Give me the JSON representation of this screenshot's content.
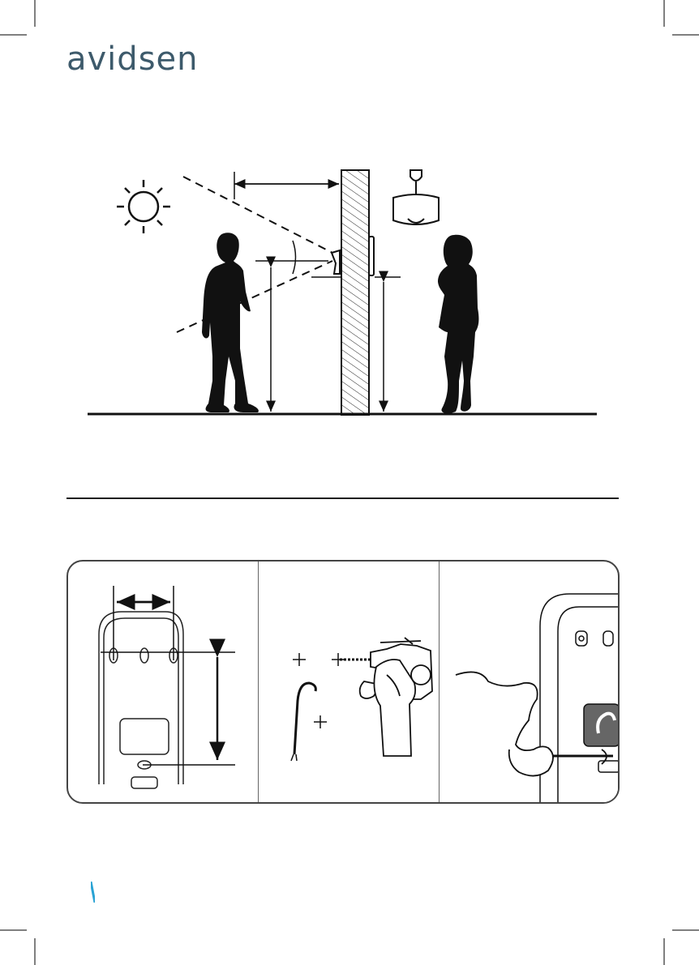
{
  "brand": {
    "name": "avidsen",
    "color": "#3d5a6b"
  },
  "accent_color": "#2aa3d4",
  "scene": {
    "icons": [
      "sun-icon",
      "ceiling-lamp-icon",
      "doorbell-outdoor-unit-icon",
      "indoor-monitor-icon"
    ],
    "figures": [
      "visitor-silhouette",
      "resident-silhouette"
    ]
  },
  "steps": [
    {
      "name": "step-1-mounting-template",
      "icon": "mounting-plate-icon"
    },
    {
      "name": "step-2-drilling",
      "icon": "drill-icon"
    },
    {
      "name": "step-3-screwing",
      "icon": "screwdriver-icon"
    }
  ]
}
